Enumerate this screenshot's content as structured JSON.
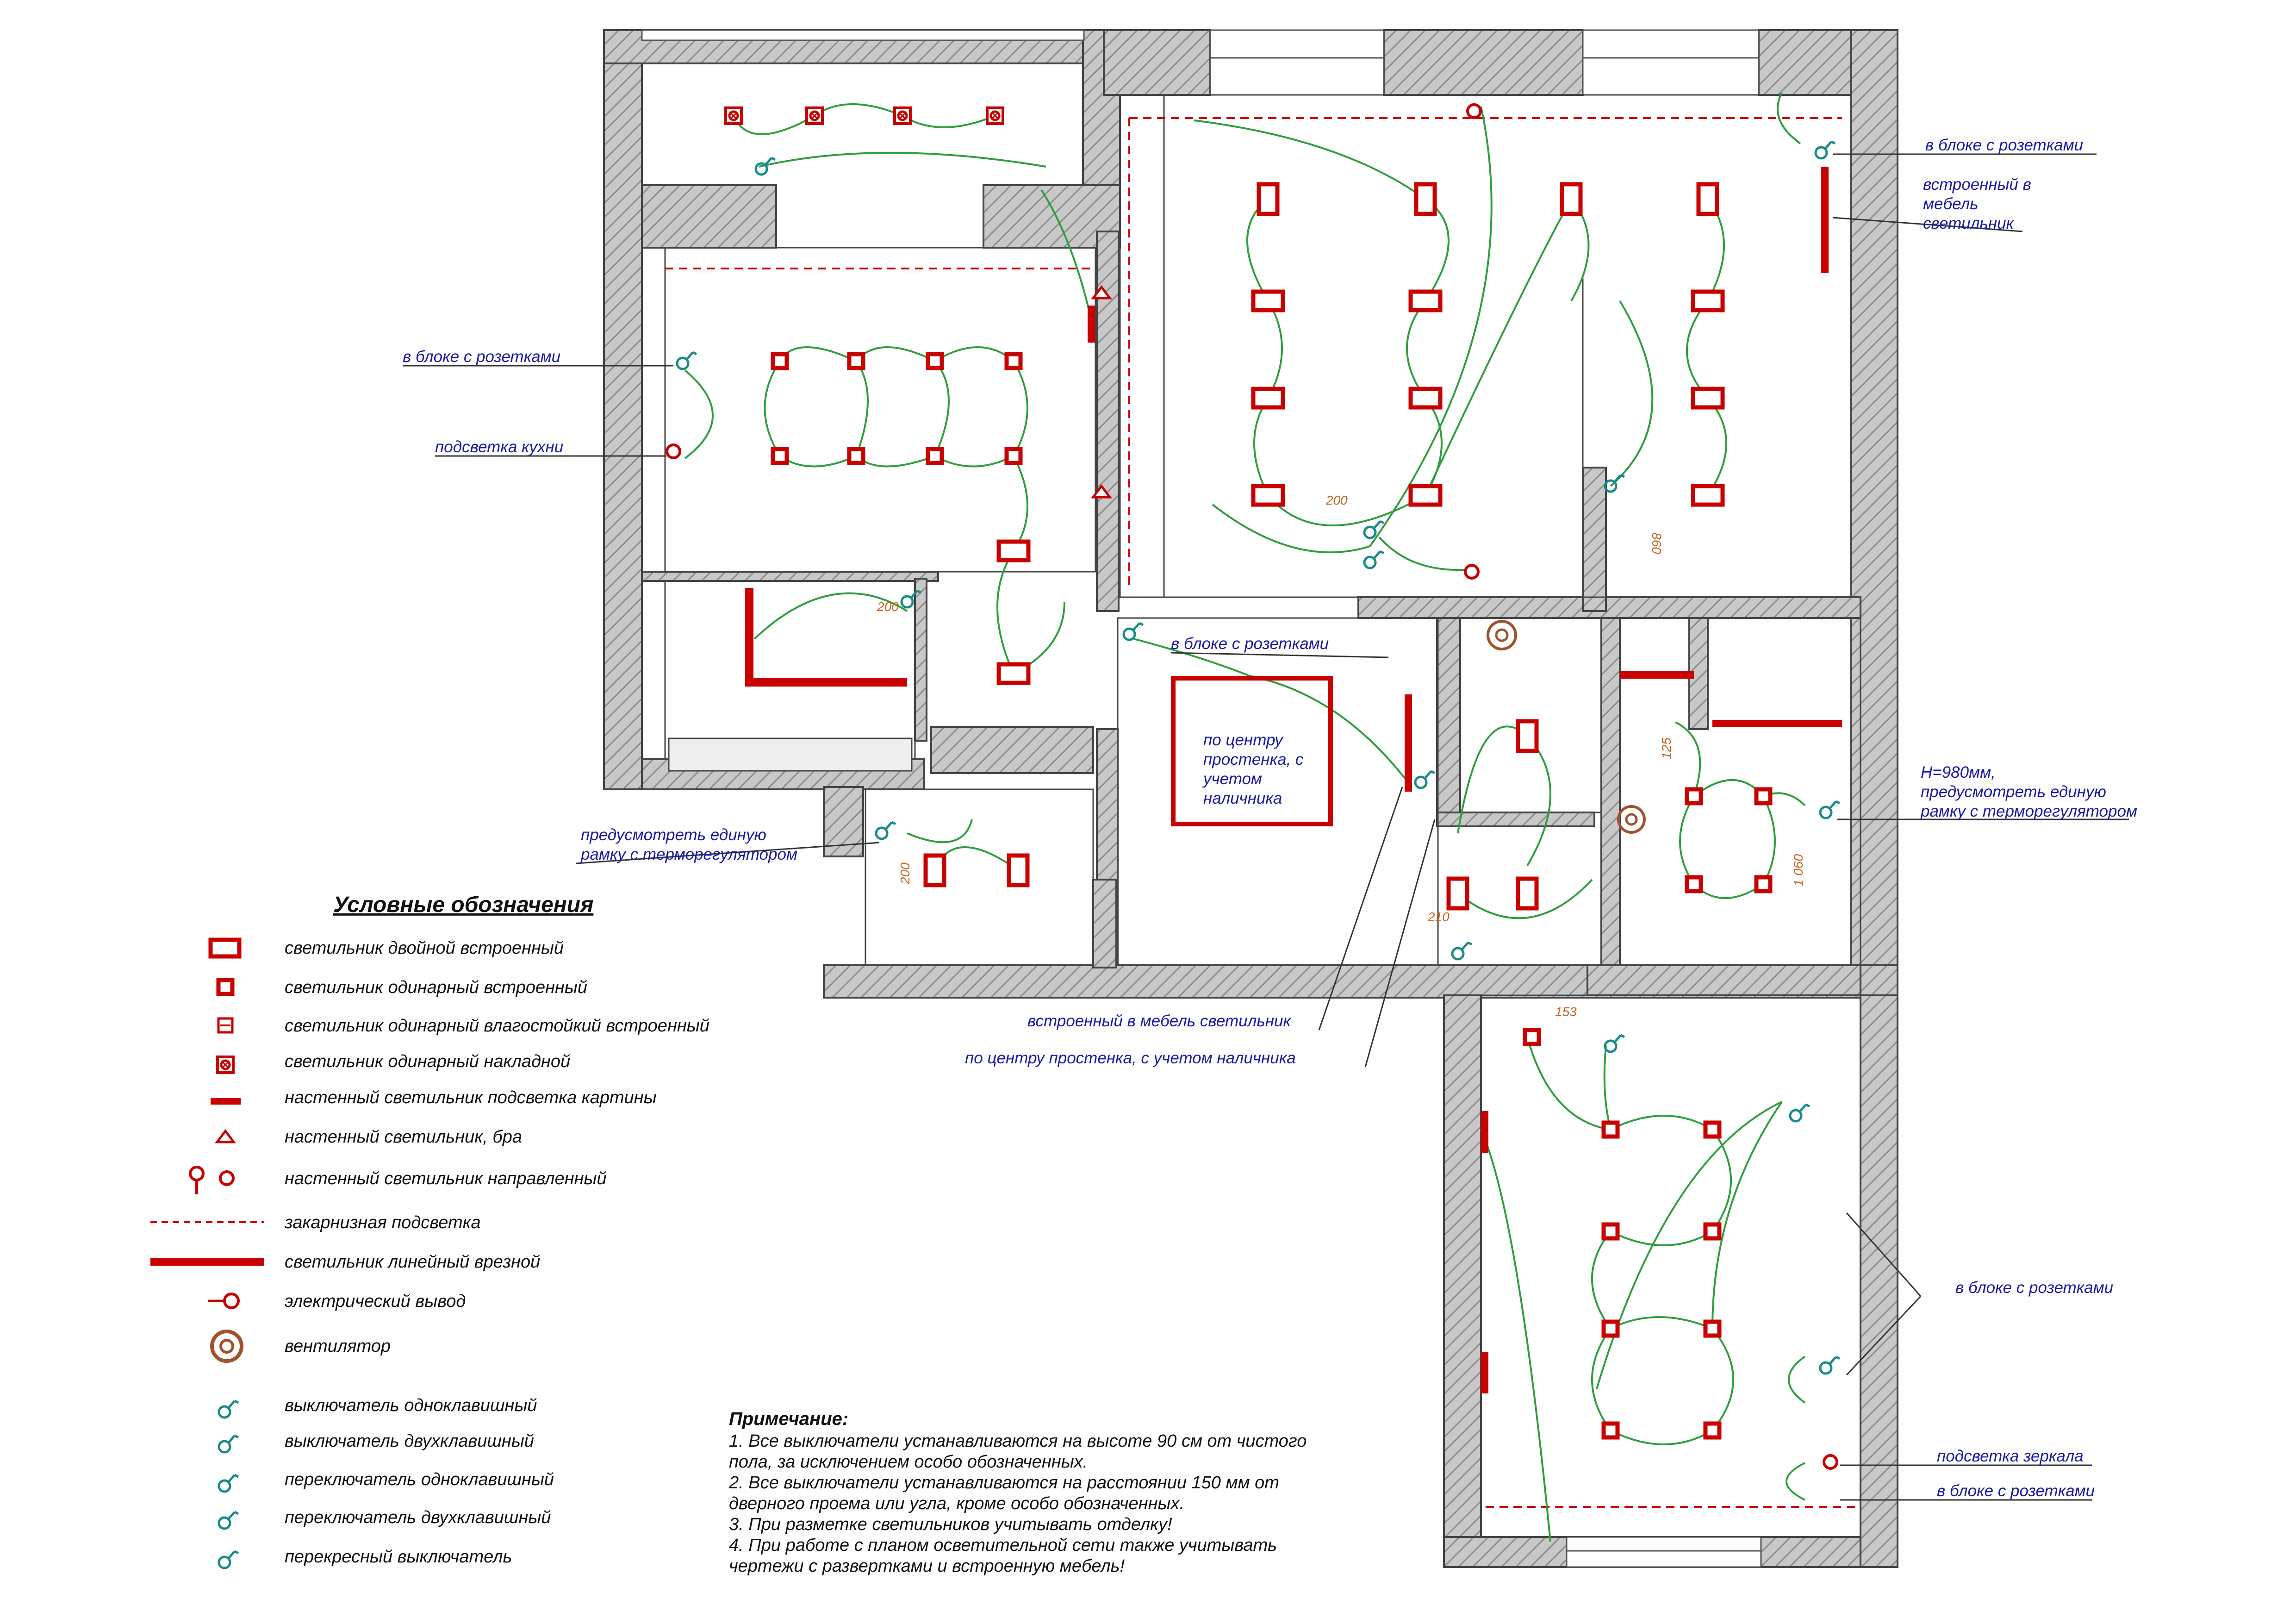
{
  "diagram": {
    "annotations": {
      "a1": "в блоке с розетками",
      "a2": "встроенный в",
      "a2b": "мебель",
      "a2c": "светильник",
      "a3": "в блоке с розетками",
      "a4": "подсветка кухни",
      "a5": "в блоке с розетками",
      "a6": "по центру",
      "a6b": "простенка, с",
      "a6c": "учетом",
      "a6d": "наличника",
      "a7": "H=980мм,",
      "a7b": "предусмотреть единую",
      "a7c": "рамку с терморегулятором",
      "a8": "предусмотреть единую",
      "a8b": "рамку с терморегулятором",
      "a9": "встроенный в мебель светильник",
      "a10": "по центру простенка, с учетом наличника",
      "a11": "в блоке с розетками",
      "a12": "подсветка зеркала",
      "a13": "в блоке с розетками"
    },
    "dimensions": {
      "d1": "200",
      "d2": "860",
      "d3": "200",
      "d4": "125",
      "d5": "200",
      "d6": "210",
      "d7": "1 060",
      "d8": "153"
    },
    "legend": {
      "title": "Условные обозначения",
      "items": [
        "светильник двойной встроенный",
        "светильник одинарный встроенный",
        "светильник одинарный влагостойкий встроенный",
        "светильник одинарный накладной",
        "настенный светильник подсветка картины",
        "настенный светильник, бра",
        "настенный светильник направленный",
        "закарнизная подсветка",
        "светильник линейный врезной",
        "электрический вывод",
        "вентилятор",
        "выключатель одноклавишный",
        "выключатель двухклавишный",
        "переключатель одноклавишный",
        "переключатель двухклавишный",
        "перекресный выключатель"
      ]
    },
    "notes": {
      "title": "Примечание:",
      "lines": [
        "1. Все выключатели устанавливаются на высоте 90 см от чистого",
        "пола, за исключением особо обозначенных.",
        "2. Все выключатели устанавливаются на расстоянии 150 мм от",
        "дверного проема или угла, кроме особо обозначенных.",
        "3. При разметке светильников учитывать отделку!",
        "4. При работе с планом осветительной сети также учитывать",
        "чертежи с развертками и встроенную мебель!"
      ]
    },
    "colors": {
      "lamp": "#c80000",
      "wire": "#2e9e3e",
      "switch": "#1a8a8a",
      "annotation": "#1a1aa8",
      "dimension": "#c8641e",
      "fan": "#a0522d"
    }
  }
}
